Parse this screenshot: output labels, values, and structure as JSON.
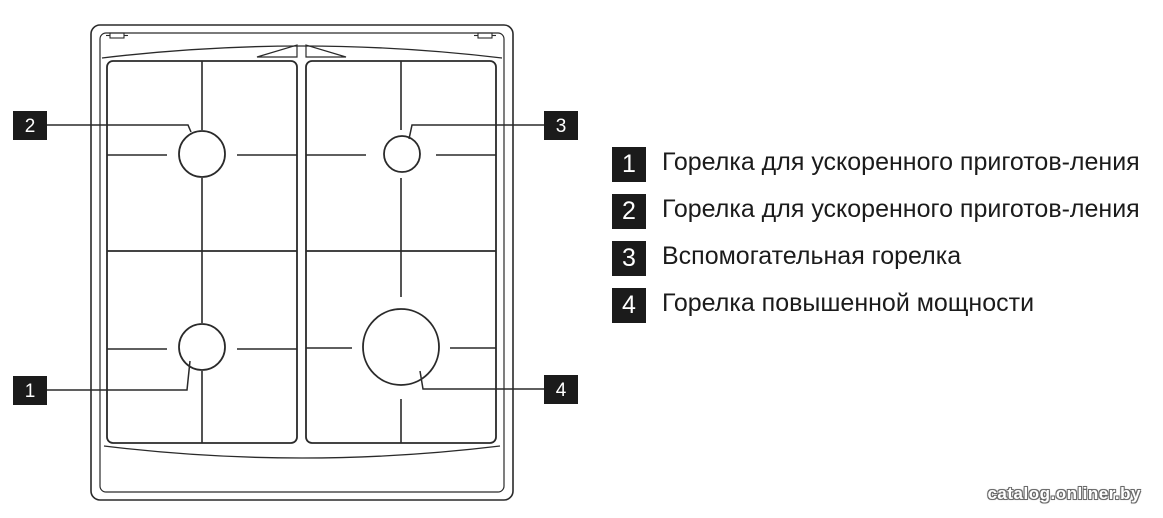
{
  "callouts": [
    {
      "num": "2"
    },
    {
      "num": "3"
    },
    {
      "num": "1"
    },
    {
      "num": "4"
    }
  ],
  "legend": [
    {
      "num": "1",
      "text": "Горелка для ускоренного приготов-ления"
    },
    {
      "num": "2",
      "text": "Горелка для ускоренного приготов-ления"
    },
    {
      "num": "3",
      "text": "Вспомогательная горелка"
    },
    {
      "num": "4",
      "text": "Горелка повышенной мощности"
    }
  ],
  "watermark": "catalog.onliner.by",
  "colors": {
    "line": "#2a2a2a",
    "badge": "#1b1b1b",
    "background": "#ffffff"
  }
}
